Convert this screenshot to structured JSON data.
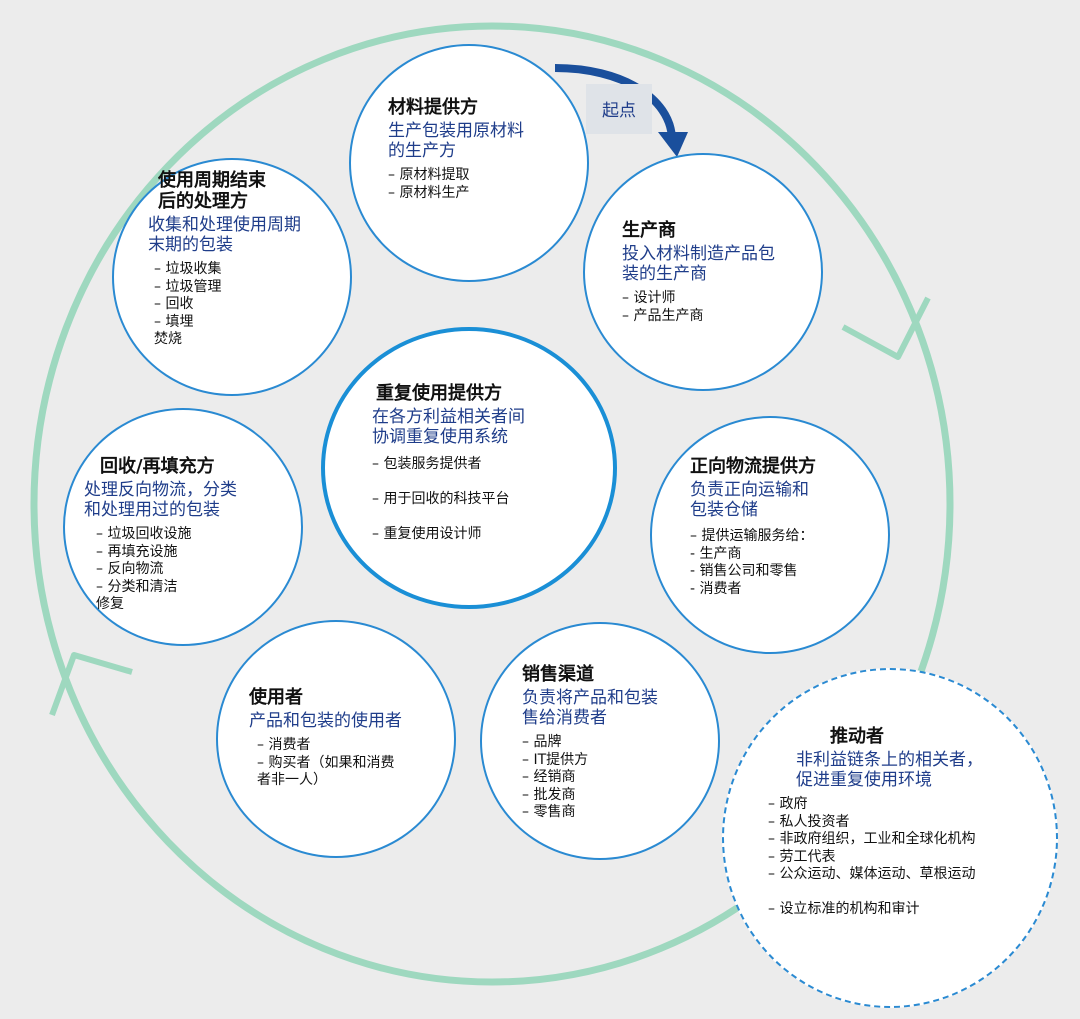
{
  "colors": {
    "background": "#ececec",
    "cycle_ring": "#9ed8bf",
    "node_border": "#2a8ad2",
    "start_arrow": "#1a4f9c",
    "subtitle_text": "#1f3d8a"
  },
  "start_label": "起点",
  "nodes": {
    "material": {
      "title": "材料提供方",
      "subtitle": "生产包装用原材料\n的生产方",
      "items": [
        "– 原材料提取",
        "– 原材料生产"
      ]
    },
    "producer": {
      "title": "生产商",
      "subtitle": "投入材料制造产品包\n装的生产商",
      "items": [
        "– 设计师",
        "– 产品生产商"
      ]
    },
    "forward_logistics": {
      "title": "正向物流提供方",
      "subtitle": "负责正向运输和\n包装仓储",
      "items": [
        "– 提供运输服务给：",
        "  - 生产商",
        "  - 销售公司和零售",
        "  - 消费者"
      ]
    },
    "sales_channel": {
      "title": "销售渠道",
      "subtitle": "负责将产品和包装\n售给消费者",
      "items": [
        "– 品牌",
        "– IT提供方",
        "– 经销商",
        "– 批发商",
        "– 零售商"
      ]
    },
    "user": {
      "title": "使用者",
      "subtitle": "产品和包装的使用者",
      "items": [
        "– 消费者",
        "– 购买者（如果和消费\n  者非一人）"
      ]
    },
    "recycler": {
      "title": "回收/再填充方",
      "subtitle": "处理反向物流，分类\n和处理用过的包装",
      "items": [
        "– 垃圾回收设施",
        "– 再填充设施",
        "– 反向物流",
        "– 分类和清洁\n  修复"
      ]
    },
    "end_of_life": {
      "title": "使用周期结束\n后的处理方",
      "subtitle": "收集和处理使用周期\n末期的包装",
      "items": [
        "– 垃圾收集",
        "– 垃圾管理",
        "– 回收",
        "– 填埋\n  焚烧"
      ]
    },
    "reuse_provider": {
      "title": "重复使用提供方",
      "subtitle": "在各方利益相关者间\n协调重复使用系统",
      "items": [
        "– 包装服务提供者",
        "– 用于回收的科技平台",
        "– 重复使用设计师"
      ]
    },
    "enabler": {
      "title": "推动者",
      "subtitle": "非利益链条上的相关者，\n促进重复使用环境",
      "items": [
        "– 政府",
        "– 私人投资者",
        "– 非政府组织，工业和全球化机构",
        "– 劳工代表",
        "– 公众运动、媒体运动、草根运动",
        "",
        "– 设立标准的机构和审计"
      ]
    }
  }
}
